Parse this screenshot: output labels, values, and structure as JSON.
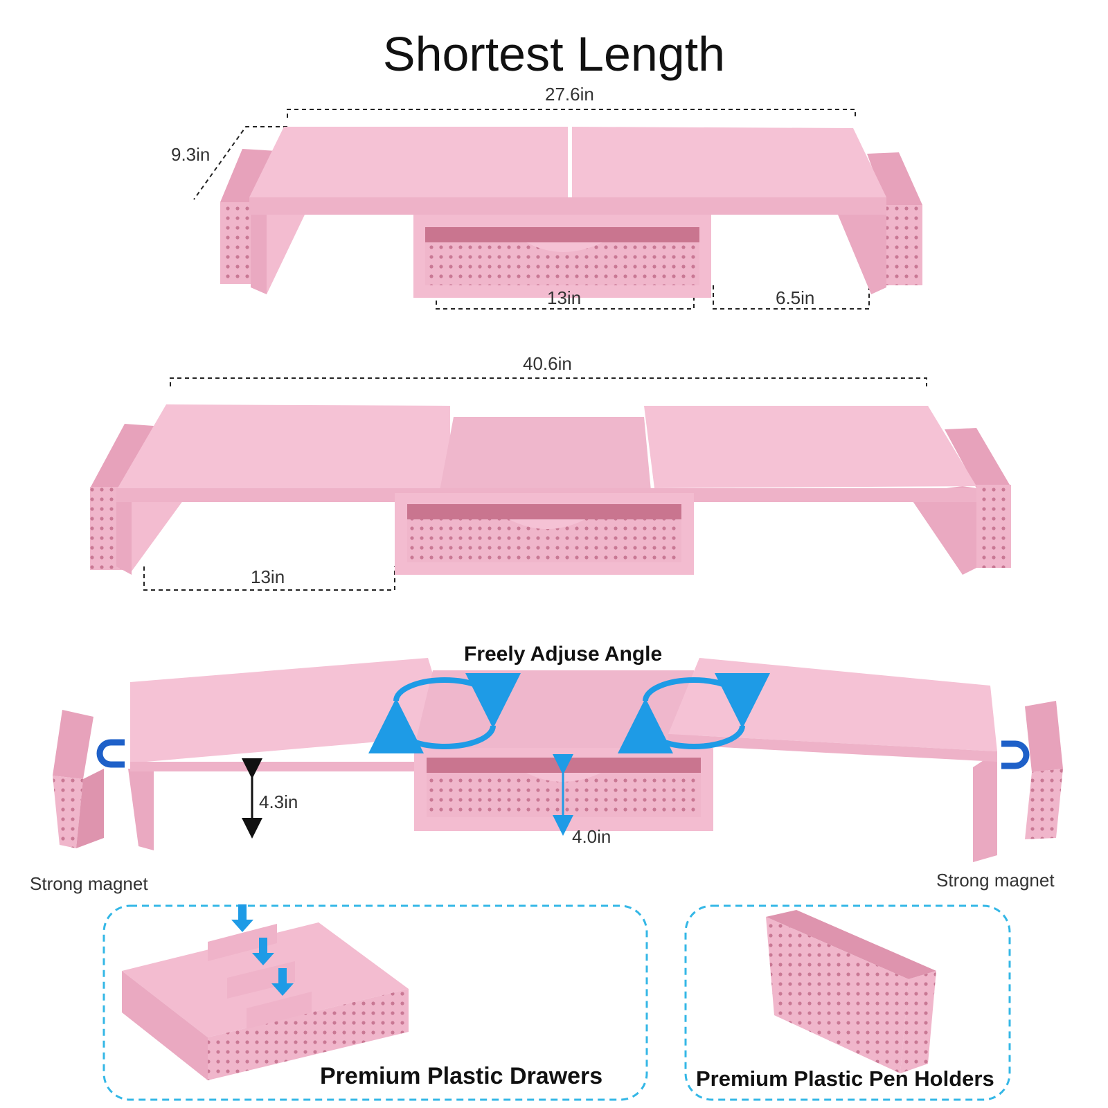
{
  "title": "Shortest Length",
  "dimensions": {
    "top_width": "27.6in",
    "top_depth": "9.3in",
    "top_drawer": "13in",
    "top_side": "6.5in",
    "mid_width": "40.6in",
    "mid_side": "13in",
    "angle_height": "4.3in",
    "drawer_height": "4.0in"
  },
  "labels": {
    "angle": "Freely Adjuse Angle",
    "magnet_left": "Strong magnet",
    "magnet_right": "Strong magnet",
    "drawers": "Premium Plastic Drawers",
    "pen_holders": "Premium Plastic Pen Holders"
  },
  "colors": {
    "pink_top": "#f5c2d5",
    "pink_side": "#eaa9c1",
    "pink_dark": "#d98ea9",
    "arrow_blue": "#1e9be6",
    "border_cyan": "#34b7e6"
  }
}
